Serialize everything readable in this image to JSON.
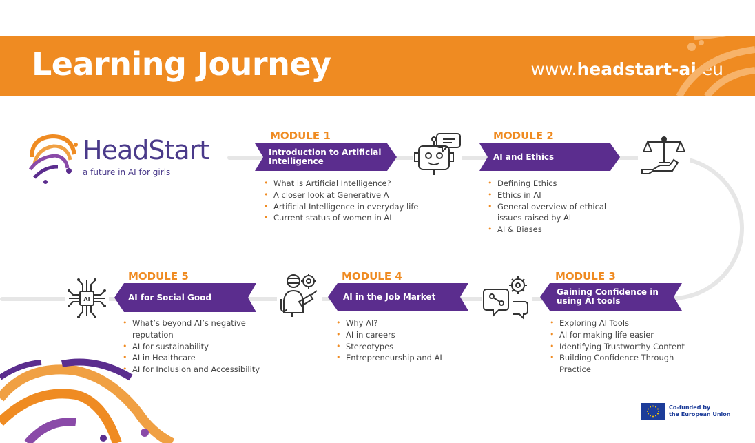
{
  "header": {
    "title": "Learning Journey",
    "url_prefix": "www.",
    "url_bold": "headstart-ai",
    "url_suffix": ".eu"
  },
  "logo": {
    "name": "HeadStart",
    "tagline": "a future in AI for girls"
  },
  "modules": [
    {
      "label": "MODULE 1",
      "title": "Introduction to Artificial Intelligence",
      "topics": [
        "What is Artificial Intelligence?",
        "A closer look at Generative A",
        "Artificial Intelligence in everyday life",
        "Current status of women in AI"
      ]
    },
    {
      "label": "MODULE 2",
      "title": "AI and Ethics",
      "topics": [
        "Defining Ethics",
        "Ethics in AI",
        "General overview of ethical issues raised by AI",
        "AI & Biases"
      ]
    },
    {
      "label": "MODULE 3",
      "title": "Gaining Confidence in using AI tools",
      "topics": [
        "Exploring AI Tools",
        "AI for making life easier",
        "Identifying Trustworthy Content",
        "Building Confidence Through Practice"
      ]
    },
    {
      "label": "MODULE 4",
      "title": "AI in the Job Market",
      "topics": [
        "Why AI?",
        "AI in careers",
        "Stereotypes",
        "Entrepreneurship and AI"
      ]
    },
    {
      "label": "MODULE 5",
      "title": "AI for Social Good",
      "topics": [
        "What’s beyond AI’s negative reputation",
        "AI for sustainability",
        "AI in Healthcare",
        "AI for Inclusion and Accessibility"
      ]
    }
  ],
  "footer": {
    "eu_line1": "Co-funded by",
    "eu_line2": "the European Union"
  },
  "colors": {
    "orange": "#ef8b22",
    "purple": "#5b2d8e",
    "eu_blue": "#1c3c99"
  },
  "icons": [
    "chatbot-icon",
    "ethics-scale-icon",
    "chat-gear-icon",
    "robot-worker-icon",
    "ai-chip-icon"
  ]
}
